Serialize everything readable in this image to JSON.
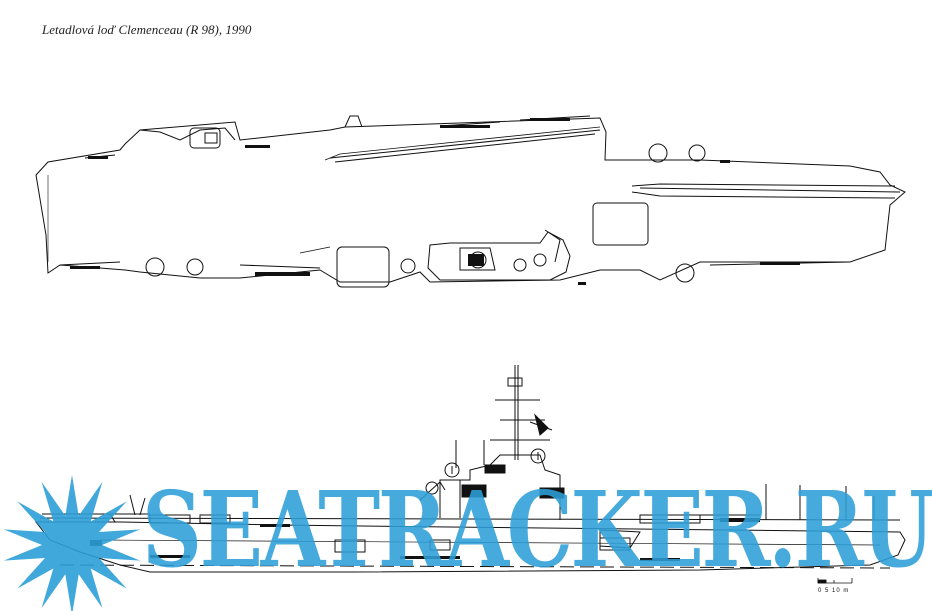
{
  "caption": "Letadlová loď Clemenceau (R 98), 1990",
  "watermark": {
    "text": "SEATRACKER.RU",
    "color": "#2d9fd8"
  },
  "scale_bar": {
    "label": "0   5   10 m"
  },
  "colors": {
    "line": "#111111",
    "watermark": "#2d9fd8"
  }
}
